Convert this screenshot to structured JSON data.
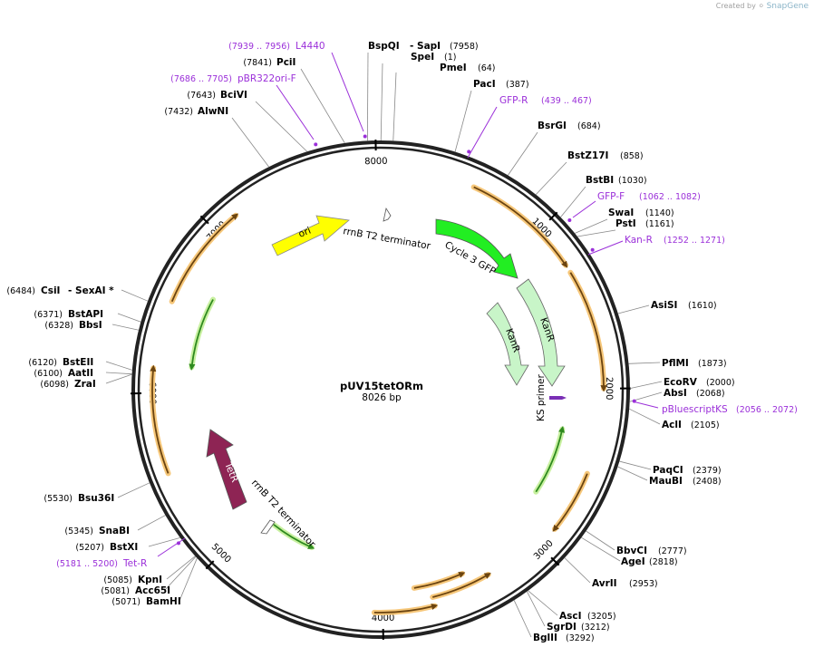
{
  "credit": {
    "prefix": "Created by",
    "brand": "SnapGene"
  },
  "plasmid": {
    "name": "pUV15tetORm",
    "size_label": "8026 bp",
    "length": 8026
  },
  "ticks": [
    "1000",
    "2000",
    "3000",
    "4000",
    "5000",
    "6000",
    "7000",
    "8000"
  ],
  "enzymes": [
    {
      "name": "BspQI",
      "pos": ""
    },
    {
      "name": "- SapI",
      "pos": "(7958)"
    },
    {
      "name": "SpeI",
      "pos": "(1)"
    },
    {
      "name": "PmeI",
      "pos": "(64)"
    },
    {
      "name": "PacI",
      "pos": "(387)"
    },
    {
      "name": "BsrGI",
      "pos": "(684)"
    },
    {
      "name": "BstZ17I",
      "pos": "(858)"
    },
    {
      "name": "BstBI",
      "pos": "(1030)"
    },
    {
      "name": "SwaI",
      "pos": "(1140)"
    },
    {
      "name": "PstI",
      "pos": "(1161)"
    },
    {
      "name": "AsiSI",
      "pos": "(1610)"
    },
    {
      "name": "PflMI",
      "pos": "(1873)"
    },
    {
      "name": "EcoRV",
      "pos": "(2000)"
    },
    {
      "name": "AbsI",
      "pos": "(2068)"
    },
    {
      "name": "AclI",
      "pos": "(2105)"
    },
    {
      "name": "PaqCI",
      "pos": "(2379)"
    },
    {
      "name": "MauBI",
      "pos": "(2408)"
    },
    {
      "name": "BbvCI",
      "pos": "(2777)"
    },
    {
      "name": "AgeI",
      "pos": "(2818)"
    },
    {
      "name": "AvrII",
      "pos": "(2953)"
    },
    {
      "name": "AscI",
      "pos": "(3205)"
    },
    {
      "name": "SgrDI",
      "pos": "(3212)"
    },
    {
      "name": "BglII",
      "pos": "(3292)"
    },
    {
      "name": "PciI",
      "pos": "(7841)"
    },
    {
      "name": "BciVI",
      "pos": "(7643)"
    },
    {
      "name": "AlwNI",
      "pos": "(7432)"
    },
    {
      "name": "CsiI",
      "pos": "(6484)"
    },
    {
      "name": "- SexAI *",
      "pos": ""
    },
    {
      "name": "BstAPI",
      "pos": "(6371)"
    },
    {
      "name": "BbsI",
      "pos": "(6328)"
    },
    {
      "name": "BstEII",
      "pos": "(6120)"
    },
    {
      "name": "AatII",
      "pos": "(6100)"
    },
    {
      "name": "ZraI",
      "pos": "(6098)"
    },
    {
      "name": "Bsu36I",
      "pos": "(5530)"
    },
    {
      "name": "SnaBI",
      "pos": "(5345)"
    },
    {
      "name": "BstXI",
      "pos": "(5207)"
    },
    {
      "name": "KpnI",
      "pos": "(5085)"
    },
    {
      "name": "Acc65I",
      "pos": "(5081)"
    },
    {
      "name": "BamHI",
      "pos": "(5071)"
    }
  ],
  "primers": [
    {
      "name": "L4440",
      "range": "(7939 .. 7956)"
    },
    {
      "name": "pBR322ori-F",
      "range": "(7686 .. 7705)"
    },
    {
      "name": "GFP-R",
      "range": "(439 .. 467)"
    },
    {
      "name": "GFP-F",
      "range": "(1062 .. 1082)"
    },
    {
      "name": "Kan-R",
      "range": "(1252 .. 1271)"
    },
    {
      "name": "pBluescriptKS",
      "range": "(2056 .. 2072)"
    },
    {
      "name": "Tet-R",
      "range": "(5181 .. 5200)"
    }
  ],
  "features": [
    {
      "name": "ori",
      "color": "#ffff00"
    },
    {
      "name": "rrnB T2 terminator",
      "color": "#ffffff"
    },
    {
      "name": "Cycle 3 GFP",
      "color": "#22ee22"
    },
    {
      "name": "KanR",
      "color": "#c8f5c8"
    },
    {
      "name": "KanR",
      "color": "#c8f5c8"
    },
    {
      "name": "KS primer",
      "color": "#7a2fb5"
    },
    {
      "name": "TetR",
      "color": "#8e2454"
    },
    {
      "name": "rrnB T2 terminator",
      "color": "#ffffff"
    }
  ],
  "colors": {
    "orf": "#8a5a14",
    "orf_glow": "#f6c77a",
    "primer": "#9b30d9",
    "green_arrow": "#2e8a1e",
    "green_glow": "#c8f0a0"
  }
}
